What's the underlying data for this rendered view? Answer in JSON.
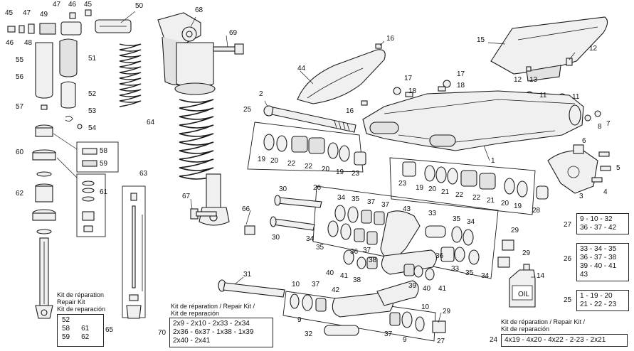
{
  "callouts": [
    {
      "id": "c45a",
      "text": "45"
    },
    {
      "id": "c47a",
      "text": "47"
    },
    {
      "id": "c49",
      "text": "49"
    },
    {
      "id": "c47b",
      "text": "47"
    },
    {
      "id": "c46a",
      "text": "46"
    },
    {
      "id": "c45b",
      "text": "45"
    },
    {
      "id": "c50",
      "text": "50"
    },
    {
      "id": "c46b",
      "text": "46"
    },
    {
      "id": "c48",
      "text": "48"
    },
    {
      "id": "c55",
      "text": "55"
    },
    {
      "id": "c56",
      "text": "56"
    },
    {
      "id": "c51",
      "text": "51"
    },
    {
      "id": "c52",
      "text": "52"
    },
    {
      "id": "c57",
      "text": "57"
    },
    {
      "id": "c53",
      "text": "53"
    },
    {
      "id": "c54",
      "text": "54"
    },
    {
      "id": "c58",
      "text": "58"
    },
    {
      "id": "c59",
      "text": "59"
    },
    {
      "id": "c60",
      "text": "60"
    },
    {
      "id": "c61",
      "text": "61"
    },
    {
      "id": "c62",
      "text": "62"
    },
    {
      "id": "c64",
      "text": "64"
    },
    {
      "id": "c68",
      "text": "68"
    },
    {
      "id": "c69",
      "text": "69"
    },
    {
      "id": "c63",
      "text": "63"
    },
    {
      "id": "c67",
      "text": "67"
    },
    {
      "id": "c66",
      "text": "66"
    },
    {
      "id": "c44",
      "text": "44"
    },
    {
      "id": "c16a",
      "text": "16"
    },
    {
      "id": "c17a",
      "text": "17"
    },
    {
      "id": "c18a",
      "text": "18"
    },
    {
      "id": "c17b",
      "text": "17"
    },
    {
      "id": "c18b",
      "text": "18"
    },
    {
      "id": "c16b",
      "text": "16"
    },
    {
      "id": "c15",
      "text": "15"
    },
    {
      "id": "c12a",
      "text": "12"
    },
    {
      "id": "c12b",
      "text": "12"
    },
    {
      "id": "c13",
      "text": "13"
    },
    {
      "id": "c11a",
      "text": "11"
    },
    {
      "id": "c11b",
      "text": "11"
    },
    {
      "id": "c2",
      "text": "2"
    },
    {
      "id": "c25",
      "text": "25"
    },
    {
      "id": "c8",
      "text": "8"
    },
    {
      "id": "c7",
      "text": "7"
    },
    {
      "id": "c6",
      "text": "6"
    },
    {
      "id": "c5",
      "text": "5"
    },
    {
      "id": "c4",
      "text": "4"
    },
    {
      "id": "c3",
      "text": "3"
    },
    {
      "id": "c1",
      "text": "1"
    },
    {
      "id": "c19a",
      "text": "19"
    },
    {
      "id": "c20a",
      "text": "20"
    },
    {
      "id": "c22a",
      "text": "22"
    },
    {
      "id": "c22b",
      "text": "22"
    },
    {
      "id": "c20b",
      "text": "20"
    },
    {
      "id": "c19b",
      "text": "19"
    },
    {
      "id": "c23a",
      "text": "23"
    },
    {
      "id": "c23b",
      "text": "23"
    },
    {
      "id": "c19c",
      "text": "19"
    },
    {
      "id": "c20c",
      "text": "20"
    },
    {
      "id": "c21a",
      "text": "21"
    },
    {
      "id": "c22c",
      "text": "22"
    },
    {
      "id": "c22d",
      "text": "22"
    },
    {
      "id": "c21b",
      "text": "21"
    },
    {
      "id": "c20d",
      "text": "20"
    },
    {
      "id": "c19d",
      "text": "19"
    },
    {
      "id": "c28",
      "text": "28"
    },
    {
      "id": "c30a",
      "text": "30"
    },
    {
      "id": "c26",
      "text": "26"
    },
    {
      "id": "c34a",
      "text": "34"
    },
    {
      "id": "c35a",
      "text": "35"
    },
    {
      "id": "c37a",
      "text": "37"
    },
    {
      "id": "c37b",
      "text": "37"
    },
    {
      "id": "c43",
      "text": "43"
    },
    {
      "id": "c33a",
      "text": "33"
    },
    {
      "id": "c35b",
      "text": "35"
    },
    {
      "id": "c34b",
      "text": "34"
    },
    {
      "id": "c30b",
      "text": "30"
    },
    {
      "id": "c34c",
      "text": "34"
    },
    {
      "id": "c35c",
      "text": "35"
    },
    {
      "id": "c36a",
      "text": "36"
    },
    {
      "id": "c37c",
      "text": "37"
    },
    {
      "id": "c38a",
      "text": "38"
    },
    {
      "id": "c40a",
      "text": "40"
    },
    {
      "id": "c41a",
      "text": "41"
    },
    {
      "id": "c38b",
      "text": "38"
    },
    {
      "id": "c39",
      "text": "39"
    },
    {
      "id": "c40b",
      "text": "40"
    },
    {
      "id": "c41b",
      "text": "41"
    },
    {
      "id": "c36b",
      "text": "36"
    },
    {
      "id": "c33b",
      "text": "33"
    },
    {
      "id": "c35d",
      "text": "35"
    },
    {
      "id": "c34d",
      "text": "34"
    },
    {
      "id": "c29a",
      "text": "29"
    },
    {
      "id": "c29b",
      "text": "29"
    },
    {
      "id": "c14",
      "text": "14"
    },
    {
      "id": "c31",
      "text": "31"
    },
    {
      "id": "c10a",
      "text": "10"
    },
    {
      "id": "c37d",
      "text": "37"
    },
    {
      "id": "c42",
      "text": "42"
    },
    {
      "id": "c9a",
      "text": "9"
    },
    {
      "id": "c10b",
      "text": "10"
    },
    {
      "id": "c9b",
      "text": "9"
    },
    {
      "id": "c37e",
      "text": "37"
    },
    {
      "id": "c32",
      "text": "32"
    },
    {
      "id": "c29c",
      "text": "29"
    },
    {
      "id": "c27",
      "text": "27"
    }
  ],
  "oil_label": "OIL",
  "kit_left": {
    "title": [
      "Kit de réparation",
      "Repair Kit",
      "Kit de reparación"
    ],
    "rows": [
      [
        "52",
        ""
      ],
      [
        "58",
        "61"
      ],
      [
        "59",
        "62"
      ]
    ],
    "ref": "65"
  },
  "kit_70": {
    "title": [
      "Kit de réparation / Repair Kit /",
      "Kit de reparación"
    ],
    "lines": [
      "2x9 - 2x10 - 2x33 - 2x34",
      "2x36 - 6x37 - 1x38 - 1x39",
      "2x40 - 2x41"
    ],
    "ref": "70"
  },
  "kit_24": {
    "title": [
      "Kit de réparation / Repair Kit /",
      "Kit de reparación"
    ],
    "lines": [
      "4x19 - 4x20 - 4x22 - 2-23 - 2x21"
    ],
    "ref": "24"
  },
  "kit_27": {
    "lines": [
      "9 - 10 - 32",
      "36 - 37 - 42"
    ],
    "ref": "27"
  },
  "kit_26": {
    "lines": [
      "33 - 34 - 35",
      "36 - 37 - 38",
      "39 - 40 - 41",
      "43"
    ],
    "ref": "26"
  },
  "kit_25": {
    "lines": [
      "1 - 19 - 20",
      "21 - 22 - 23"
    ],
    "ref": "25"
  }
}
